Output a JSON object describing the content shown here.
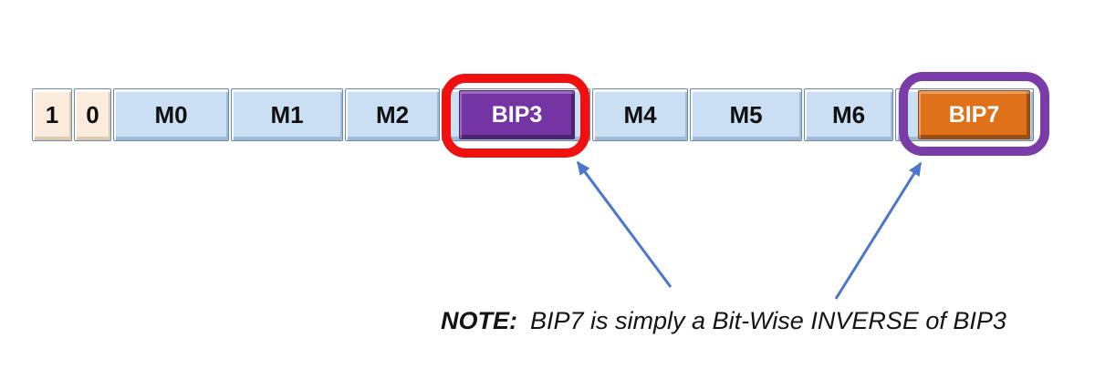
{
  "diagram": {
    "cells": [
      {
        "label": "1",
        "type": "bit"
      },
      {
        "label": "0",
        "type": "bit"
      },
      {
        "label": "M0",
        "type": "data"
      },
      {
        "label": "M1",
        "type": "data"
      },
      {
        "label": "M2",
        "type": "data"
      },
      {
        "label": "BIP3",
        "type": "bip"
      },
      {
        "label": "M4",
        "type": "data"
      },
      {
        "label": "M5",
        "type": "data"
      },
      {
        "label": "M6",
        "type": "data"
      },
      {
        "label": "BIP7",
        "type": "bip"
      }
    ],
    "note": {
      "label": "NOTE:",
      "text": "BIP7 is simply a Bit-Wise INVERSE of BIP3"
    },
    "colors": {
      "bit_cell_fill": "#FAEBDC",
      "data_cell_fill": "#CBDFF4",
      "cell_border": "#6E89A8",
      "bip3_fill": "#7434A4",
      "bip7_fill": "#DE7119",
      "bip3_highlight_ring": "#F01010",
      "bip7_highlight_ring": "#7A3CA8",
      "arrow": "#4A77CB",
      "label_text": "#101010",
      "bip_label_text": "#FFFFFF"
    }
  }
}
